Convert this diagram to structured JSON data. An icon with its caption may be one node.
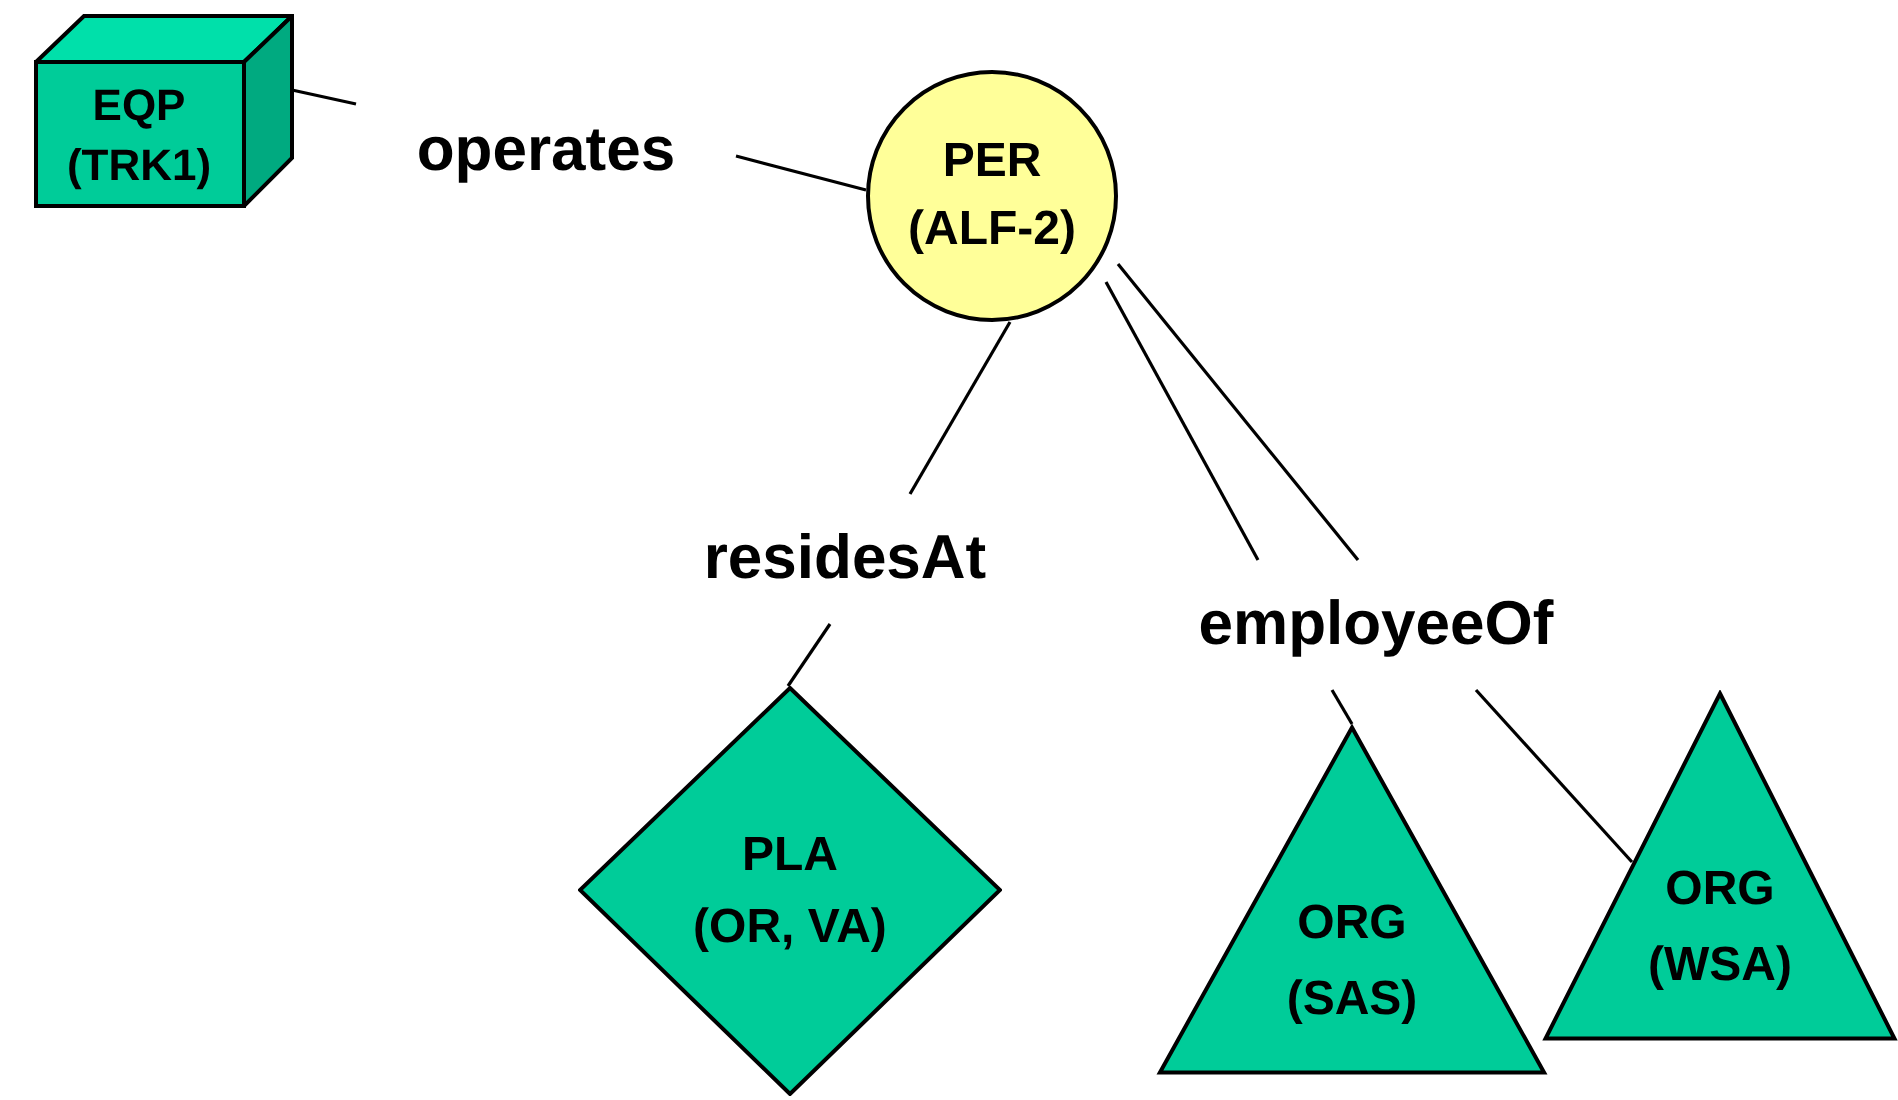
{
  "diagram": {
    "nodes": [
      {
        "text": [
          "EQP",
          "(TRK1)"
        ]
      },
      {
        "text": [
          "operates"
        ]
      },
      {
        "text": [
          "PER",
          "(ALF-2)"
        ]
      },
      {
        "text": [
          "residesAt"
        ]
      },
      {
        "text": [
          "employeeOf"
        ]
      },
      {
        "text": [
          "PLA",
          "(OR, VA)"
        ]
      },
      {
        "text": [
          "ORG",
          "(SAS)"
        ]
      },
      {
        "text": [
          "ORG",
          "(WSA)"
        ]
      }
    ],
    "edges": [
      {
        "from": 0,
        "to": 1,
        "arrow": "none"
      },
      {
        "from": 1,
        "to": 2,
        "arrow": "none"
      },
      {
        "from": 2,
        "to": 3,
        "arrow": "none"
      },
      {
        "from": 3,
        "to": 5,
        "arrow": "none"
      },
      {
        "from": 2,
        "to": 4,
        "arrow": "none"
      },
      {
        "from": 2,
        "to": 4,
        "arrow": "none"
      },
      {
        "from": 4,
        "to": 6,
        "arrow": "none"
      },
      {
        "from": 4,
        "to": 7,
        "arrow": "none"
      }
    ]
  }
}
